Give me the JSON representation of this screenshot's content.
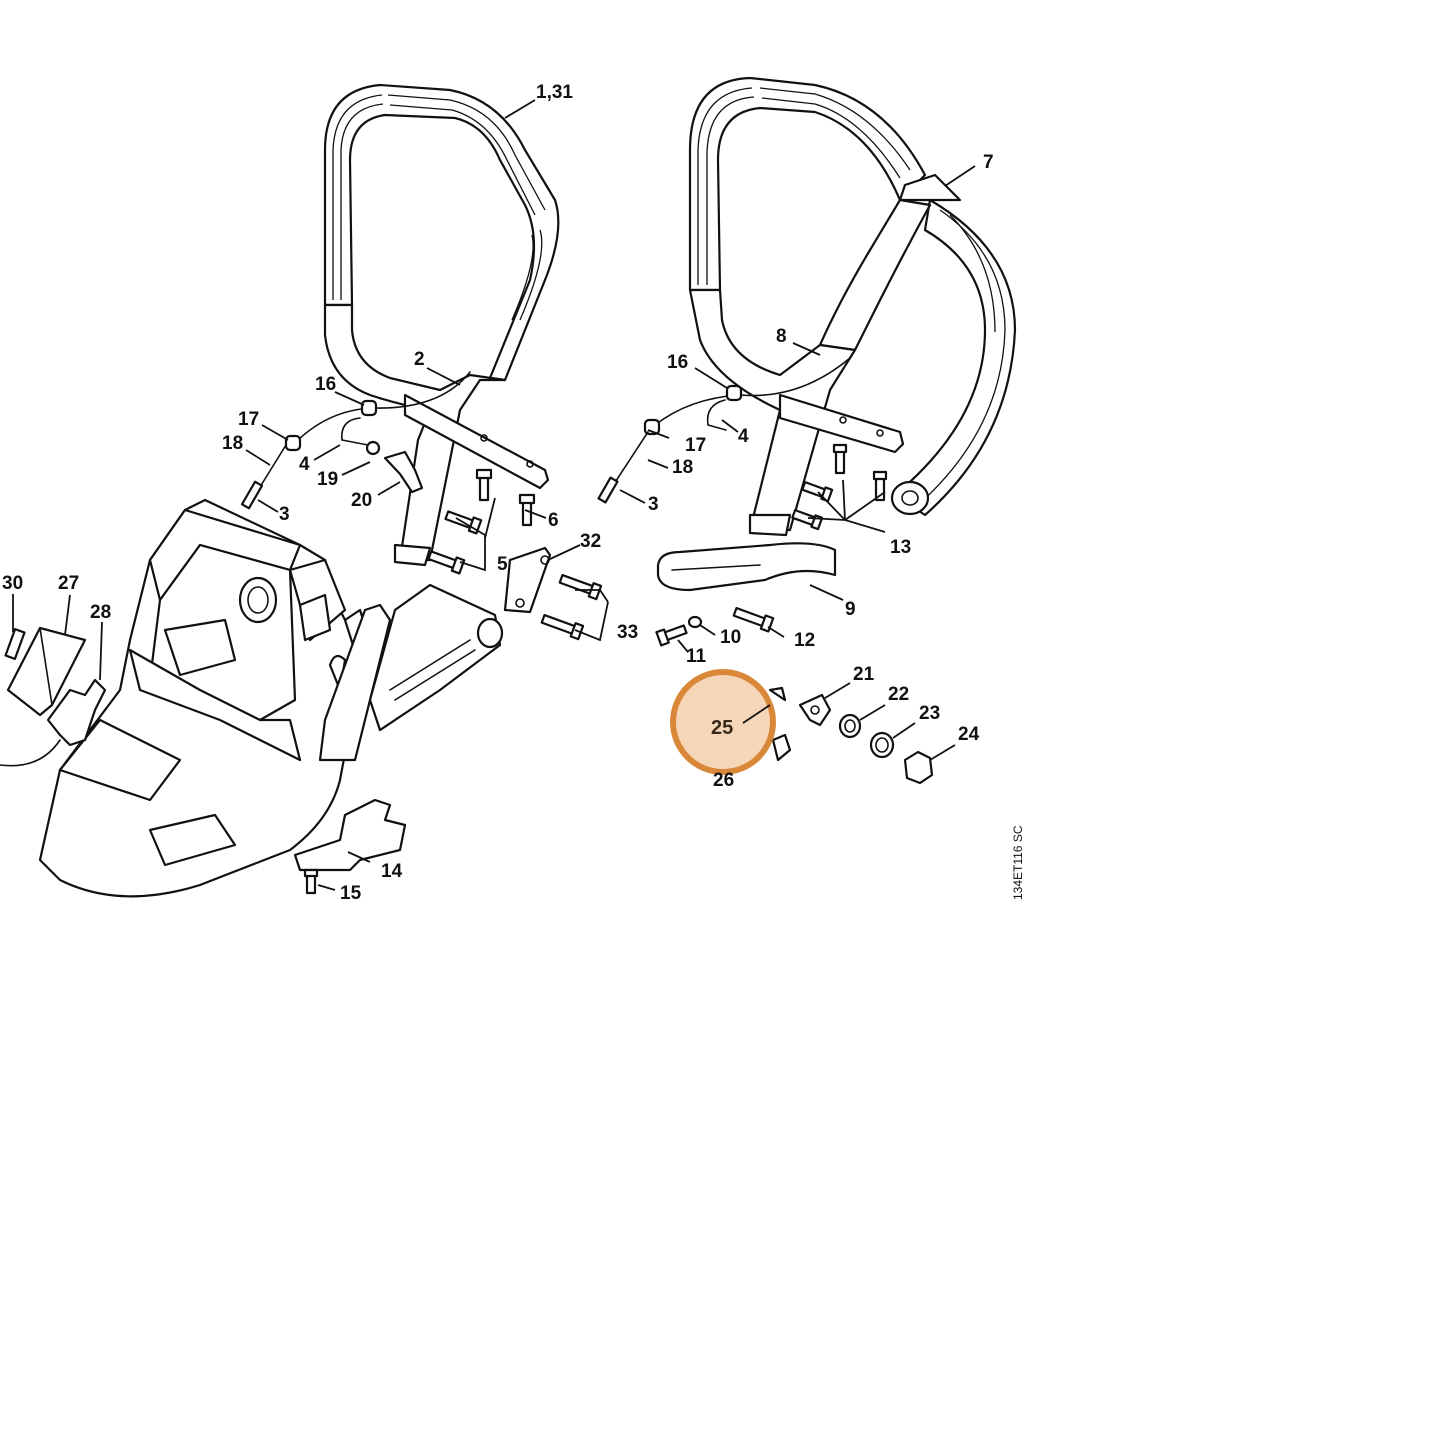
{
  "diagram": {
    "drawing_code": "134ET116 SC",
    "highlight": {
      "label": "25",
      "color": "#d9883a",
      "fill": "#f3cba4"
    },
    "part_labels": {
      "p1_31": "1,31",
      "p2": "2",
      "p3a": "3",
      "p3b": "3",
      "p4a": "4",
      "p4b": "4",
      "p5": "5",
      "p6": "6",
      "p7": "7",
      "p8": "8",
      "p9": "9",
      "p10": "10",
      "p11": "11",
      "p12": "12",
      "p13": "13",
      "p14": "14",
      "p15": "15",
      "p16a": "16",
      "p16b": "16",
      "p17a": "17",
      "p17b": "17",
      "p18a": "18",
      "p18b": "18",
      "p19": "19",
      "p20": "20",
      "p21": "21",
      "p22": "22",
      "p23": "23",
      "p24": "24",
      "p25": "25",
      "p26": "26",
      "p27": "27",
      "p28": "28",
      "p30": "30",
      "p32": "32",
      "p33": "33"
    }
  }
}
